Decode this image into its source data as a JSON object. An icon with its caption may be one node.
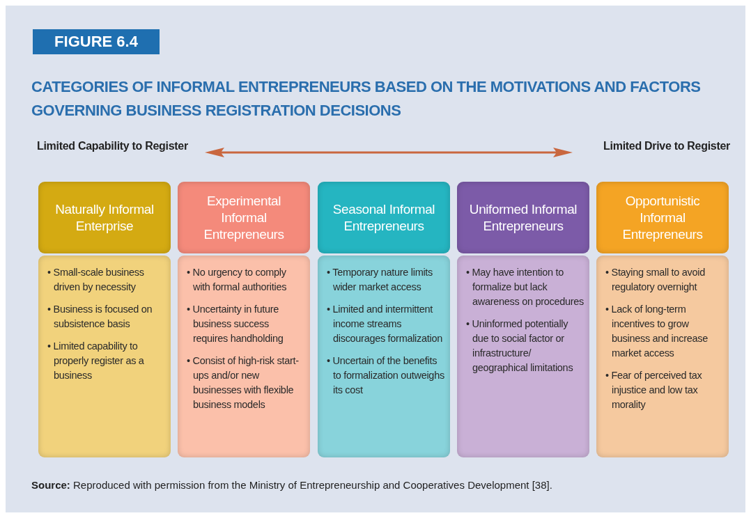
{
  "diagram": {
    "title": "CATEGORIES OF INFORMAL ENTREPRENEURS BASED ON THE MOTIVATIONS AND FACTORS GOVERNING BUSINESS REGISTRATION DECISIONS",
    "caption": "**Source:** Reproduced with permission from the Ministry of Entrepreneurship and Cooperatives Development [38].",
    "nodes": [
      {
        "text": [
          "Naturally Informal Enterprise"
        ]
      },
      {
        "text": [
          "Experimental Informal Entrepreneurs"
        ]
      },
      {
        "text": [
          "Seasonal Informal Entrepreneurs"
        ]
      },
      {
        "text": [
          "Uniformed Informal Entrepreneurs"
        ]
      },
      {
        "text": [
          "Opportunistic Informal Entrepreneurs"
        ]
      },
      {
        "text": [
          "• Small-scale business driven by necessity",
          "• Business is focused on subsistence basis",
          "• Limited capability to properly register as a business"
        ]
      },
      {
        "text": [
          "• No urgency to comply with formal authorities",
          "• Uncertainty in future business success requires handholding",
          "• Consist of high-risk start-ups and/or new businesses with flexible business models"
        ]
      },
      {
        "text": [
          "• Temporary nature limits wider market access",
          "• Limited and intermittent income streams discourages formalization",
          "• Uncertain of the benefits to formalization outweighs its cost"
        ]
      },
      {
        "text": [
          "• May have intention to formalize but lack awareness on procedures",
          "• Uninformed potentially due to social factor or infrastructure/ geographical limitations"
        ]
      },
      {
        "text": [
          "• Staying small to avoid regulatory overnight",
          "• Lack of long-term incentives to grow business and increase market access",
          "• Fear of perceived tax injustice and low tax morality"
        ]
      }
    ],
    "edges": [],
    "labels": [
      "FIGURE 6.4",
      "Limited Capability to Register",
      "Limited Drive to Register"
    ]
  }
}
